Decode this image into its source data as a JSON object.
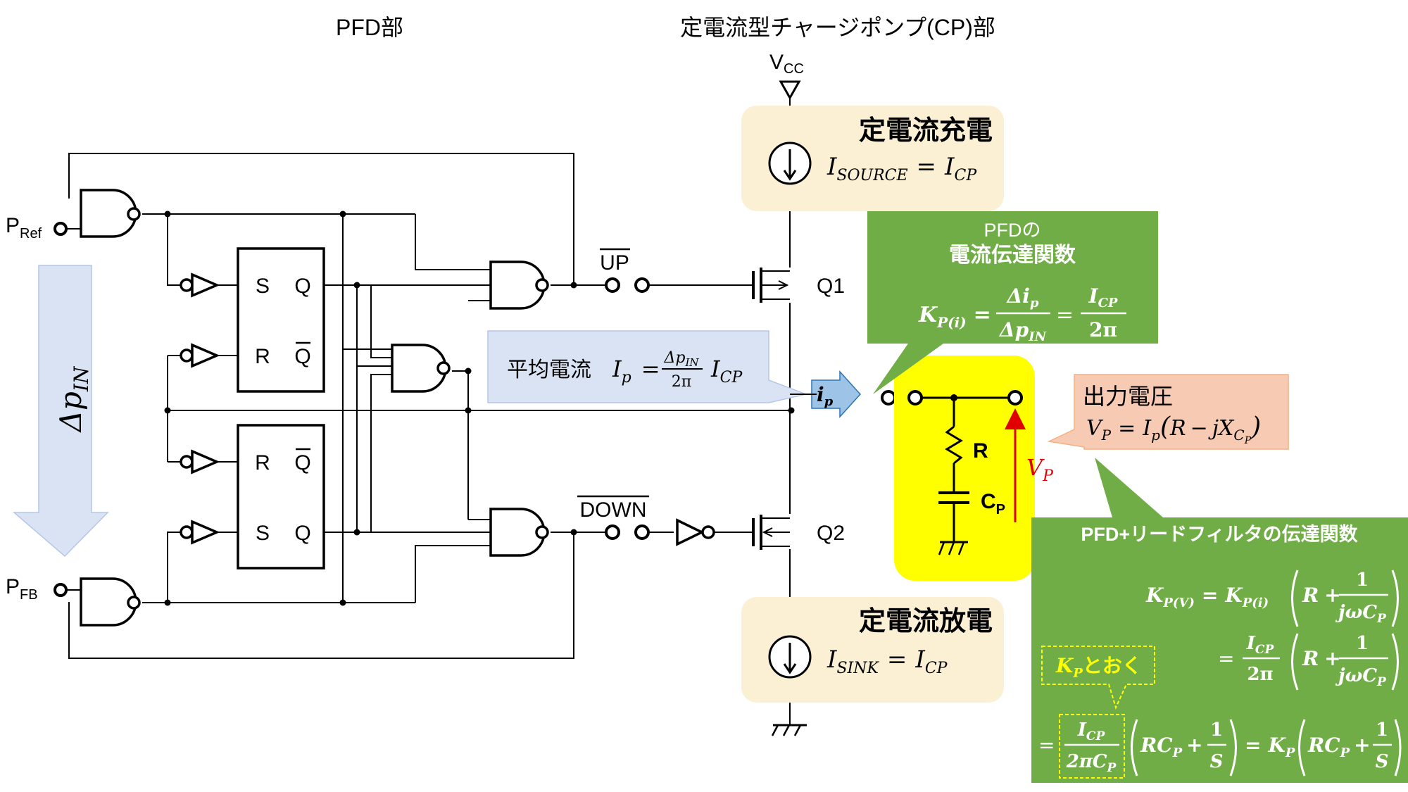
{
  "headers": {
    "pfd_section": "PFD部",
    "cp_section": "定電流型チャージポンプ(CP)部"
  },
  "labels": {
    "vcc_v": "V",
    "vcc_sub": "CC",
    "pref_p": "P",
    "pref_sub": "Ref",
    "pfb_p": "P",
    "pfb_sub": "FB",
    "delta": "Δ",
    "p": "p",
    "in_sub": "IN",
    "S": "S",
    "R": "R",
    "Q": "Q",
    "up": "UP",
    "down": "DOWN",
    "q1": "Q1",
    "q2": "Q2",
    "ip_i": "i",
    "ip_sub": "p",
    "res_label": "R",
    "cap_C": "C",
    "cap_sub": "P",
    "vp_V": "V",
    "vp_sub": "P"
  },
  "source_box": {
    "title": "定電流充電",
    "I": "I",
    "sub": "SOURCE",
    "eq": "=",
    "rhs_I": "I",
    "rhs_sub": "CP"
  },
  "sink_box": {
    "title": "定電流放電",
    "I": "I",
    "sub": "SINK",
    "eq": "=",
    "rhs_I": "I",
    "rhs_sub": "CP"
  },
  "avg_current": {
    "label": "平均電流",
    "I": "I",
    "I_sub": "p",
    "eq": "=",
    "num_delta": "Δ",
    "num_p": "p",
    "num_sub": "IN",
    "den": "2π",
    "rhs_I": "I",
    "rhs_sub": "CP"
  },
  "pfd_tf": {
    "title1": "PFDの",
    "title2": "電流伝達関数",
    "K": "K",
    "K_sub": "P(i)",
    "eq": "=",
    "frac1_num_d": "Δ",
    "frac1_num_i": "i",
    "frac1_num_sub": "p",
    "frac1_den_d": "Δ",
    "frac1_den_p": "p",
    "frac1_den_sub": "IN",
    "eq2": "=",
    "frac2_num_I": "I",
    "frac2_num_sub": "CP",
    "frac2_den": "2π"
  },
  "output_v": {
    "title": "出力電圧",
    "V": "V",
    "V_sub": "P",
    "eq": "=",
    "I": "I",
    "I_sub": "p",
    "open": "(",
    "R": "R",
    "minus": "−",
    "j": "j",
    "X": "X",
    "X_sub": "C",
    "X_subsub": "P",
    "close": ")"
  },
  "lead_filter": {
    "title": "PFD+リードフィルタの伝達関数",
    "l1_K": "K",
    "l1_Ksub": "P(V)",
    "l1_eq": "=",
    "l1_K2": "K",
    "l1_K2sub": "P(i)",
    "l1_R": "R",
    "l1_plus": "+",
    "l1_num": "1",
    "l1_den": "jωC",
    "l1_den_sub": "P",
    "l2_eq": "=",
    "l2_num_I": "I",
    "l2_num_sub": "CP",
    "l2_den": "2π",
    "l2_R": "R",
    "l2_plus": "+",
    "l2_num": "1",
    "l2_den2": "jωC",
    "l2_den2_sub": "P",
    "kp_note_K": "K",
    "kp_note_sub": "P",
    "kp_note_text": "とおく",
    "l3_eq": "=",
    "l3_num_I": "I",
    "l3_num_sub": "CP",
    "l3_den": "2πC",
    "l3_den_sub": "P",
    "l3_RC": "RC",
    "l3_RC_sub": "P",
    "l3_plus": "+",
    "l3_one": "1",
    "l3_S": "S",
    "l3_eq2": "=",
    "l3_K": "K",
    "l3_K_sub": "P",
    "l3_RC2": "RC",
    "l3_RC2_sub": "P",
    "l3_plus2": "+",
    "l3_one2": "1",
    "l3_S2": "S"
  },
  "colors": {
    "source_sink_box": "#fbefd4",
    "green_box": "#71ad47",
    "peach_box": "#f7cbb3",
    "blue_box": "#dae3f3",
    "yellow_box": "#ffff00",
    "vp_arrow": "#e00000",
    "kp_note_text": "#ffff00"
  }
}
